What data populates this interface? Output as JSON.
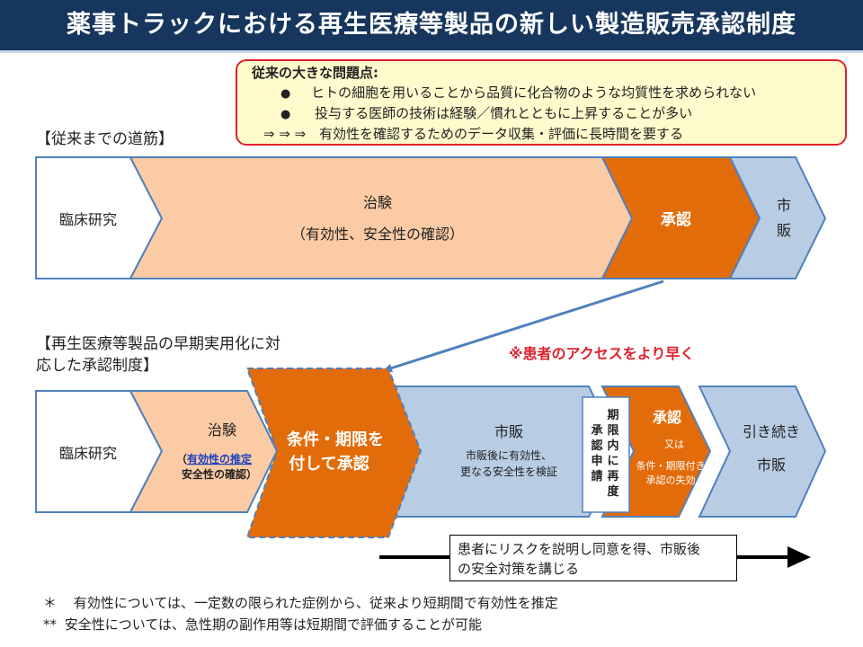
{
  "title": "薬事トラックにおける再生医療等製品の新しい製造販売承認制度",
  "problems": {
    "heading": "従来の大きな問題点:",
    "bullets": [
      "ヒトの細胞を用いることから品質に化合物のような均質性を求められない",
      "投与する医師の技術は経験／慣れとともに上昇することが多い"
    ],
    "conclusion_arrows": "⇒ ⇒ ⇒",
    "conclusion": "有効性を確認するためのデータ収集・評価に長時間を要する"
  },
  "traditional": {
    "label": "【従来までの道筋】",
    "steps": {
      "clinical": "臨床研究",
      "trial": "治験",
      "trial_sub": "（有効性、安全性の確認）",
      "approval": "承認",
      "market_1": "市",
      "market_2": "販"
    }
  },
  "new_system": {
    "label_line1": "【再生医療等製品の早期実用化に対",
    "label_line2": "応した承認制度】",
    "access_note": "※患者のアクセスをより早く",
    "steps": {
      "clinical": "臨床研究",
      "trial": "治験",
      "trial_sub_prefix": "（",
      "trial_sub_efficacy": "有効性の推定",
      "trial_sub_safety": "安全性の確認）",
      "conditional_1": "条件・期限を",
      "conditional_2": "付して承認",
      "market": "市販",
      "market_sub1": "市販後に有効性、",
      "market_sub2": "更なる安全性を検証",
      "reapply_col1": [
        "期",
        "限",
        "内",
        "に",
        "再",
        "度"
      ],
      "reapply_col2": [
        "承",
        "認",
        "申",
        "請"
      ],
      "approval": "承認",
      "or": "又は",
      "expire1": "条件・期限付き",
      "expire2": "承認の失効",
      "continue": "引き続き",
      "continue_market": "市販"
    },
    "risk_note_line1": "患者にリスクを説明し同意を得、市販後",
    "risk_note_line2": "の安全対策を講じる"
  },
  "footnotes": [
    {
      "mark": "＊",
      "text": "有効性については、一定数の限られた症例から、従来より短期間で有効性を推定"
    },
    {
      "mark": "**",
      "text": "安全性については、急性期の副作用等は短期間で評価することが可能"
    }
  ],
  "colors": {
    "title_bg": "#17365d",
    "light_orange": "#fbcba5",
    "dark_orange": "#e36c0a",
    "light_blue": "#b8cce4",
    "outline": "#4f81bd",
    "alert_red": "#e0202a",
    "note_yellow": "#fffbcc"
  }
}
